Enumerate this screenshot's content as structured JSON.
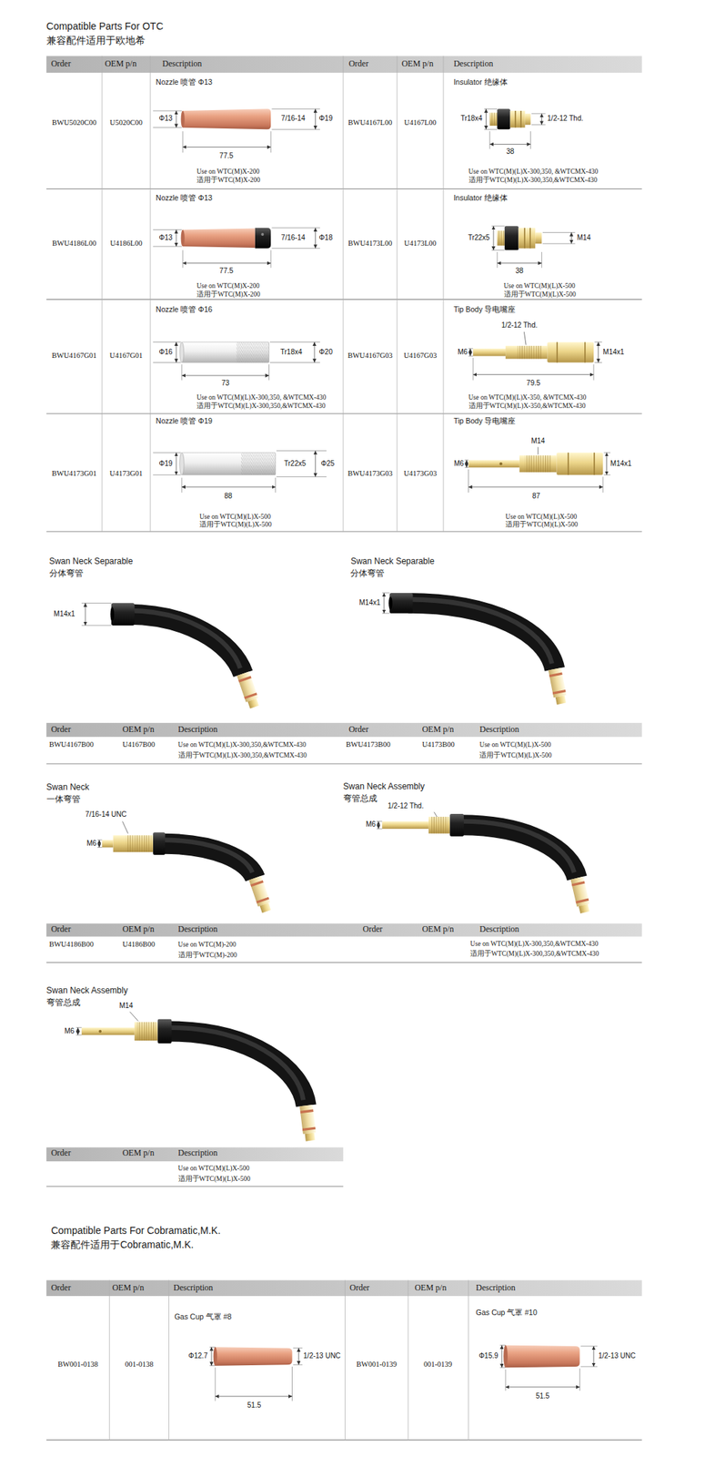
{
  "diagram": {
    "title": "Compatible Parts For OTC",
    "labels": [
      "兼容配件适用于欧地希",
      "Order",
      "OEM p/n",
      "Description",
      "Order",
      "OEM p/n",
      "Description",
      "BWU5020C00",
      "U5020C00",
      "Nozzle 喷管 Φ13",
      "Φ13",
      "7/16-14",
      "Φ19",
      "77.5",
      "Use on WTC(M)X-200",
      "适用于WTC(M)X-200",
      "BWU4167L00",
      "U4167L00",
      "Insulator 绝缘体",
      "Tr18x4",
      "1/2-12 Thd.",
      "38",
      "Use on WTC(M)(L)X-300,350, &WTCMX-430",
      "适用于WTC(M)(L)X-300,350,&WTCMX-430",
      "BWU4186L00",
      "U4186L00",
      "Nozzle 喷管 Φ13",
      "Φ13",
      "7/16-14",
      "Φ18",
      "77.5",
      "Use on WTC(M)X-200",
      "适用于WTC(M)X-200",
      "BWU4173L00",
      "U4173L00",
      "Insulator 绝缘体",
      "Tr22x5",
      "M14",
      "38",
      "Use on WTC(M)(L)X-500",
      "适用于WTC(M)(L)X-500",
      "BWU4167G01",
      "U4167G01",
      "Nozzle 喷管 Φ16",
      "Φ16",
      "Tr18x4",
      "Φ20",
      "73",
      "Use on WTC(M)(L)X-300,350, &WTCMX-430",
      "适用于WTC(M)(L)X-300,350,&WTCMX-430",
      "BWU4167G03",
      "U4167G03",
      "Tip Body 导电嘴座",
      "1/2-12 Thd.",
      "M6",
      "M14x1",
      "79.5",
      "Use on WTC(M)(L)X-350, &WTCMX-430",
      "适用于WTC(M)(L)X-350,&WTCMX-430",
      "BWU4173G01",
      "U4173G01",
      "Nozzle 喷管 Φ19",
      "Φ19",
      "Tr22x5",
      "Φ25",
      "88",
      "Use on WTC(M)(L)X-500",
      "适用于WTC(M)(L)X-500",
      "BWU4173G03",
      "U4173G03",
      "Tip Body 导电嘴座",
      "M14",
      "M6",
      "M14x1",
      "87",
      "Use on WTC(M)(L)X-500",
      "适用于WTC(M)(L)X-500",
      "Swan Neck Separable",
      "分体弯管",
      "M14x1",
      "Swan Neck Separable",
      "分体弯管",
      "M14x1",
      "Order",
      "OEM p/n",
      "Description",
      "Order",
      "OEM p/n",
      "Description",
      "BWU4167B00",
      "U4167B00",
      "Use on WTC(M)(L)X-300,350,&WTCMX-430",
      "适用于WTC(M)(L)X-300,350,&WTCMX-430",
      "BWU4173B00",
      "U4173B00",
      "Use on WTC(M)(L)X-500",
      "适用于WTC(M)(L)X-500",
      "Swan Neck",
      "一体弯管",
      "7/16-14 UNC",
      "M6",
      "Swan Neck Assembly",
      "弯管总成",
      "1/2-12 Thd.",
      "M6",
      "Order",
      "OEM p/n",
      "Description",
      "Order",
      "OEM p/n",
      "Description",
      "BWU4186B00",
      "U4186B00",
      "Use on WTC(M)-200",
      "适用于WTC(M)-200",
      "Use on WTC(M)(L)X-300,350,&WTCMX-430",
      "适用于WTC(M)(L)X-300,350,&WTCMX-430",
      "Swan Neck Assembly",
      "弯管总成",
      "M14",
      "M6",
      "Order",
      "OEM p/n",
      "Description",
      "Use on WTC(M)(L)X-500",
      "适用于WTC(M)(L)X-500",
      "Compatible Parts For Cobramatic,M.K.",
      "兼容配件适用于Cobramatic,M.K.",
      "Order",
      "OEM p/n",
      "Description",
      "Order",
      "OEM p/n",
      "Description",
      "BW001-0138",
      "001-0138",
      "Gas Cup 气罩 #8",
      "Φ12.7",
      "1/2-13 UNC",
      "51.5",
      "BW001-0139",
      "001-0139",
      "Gas Cup 气罩 #10",
      "Φ15.9",
      "1/2-13 UNC",
      "51.5"
    ]
  }
}
